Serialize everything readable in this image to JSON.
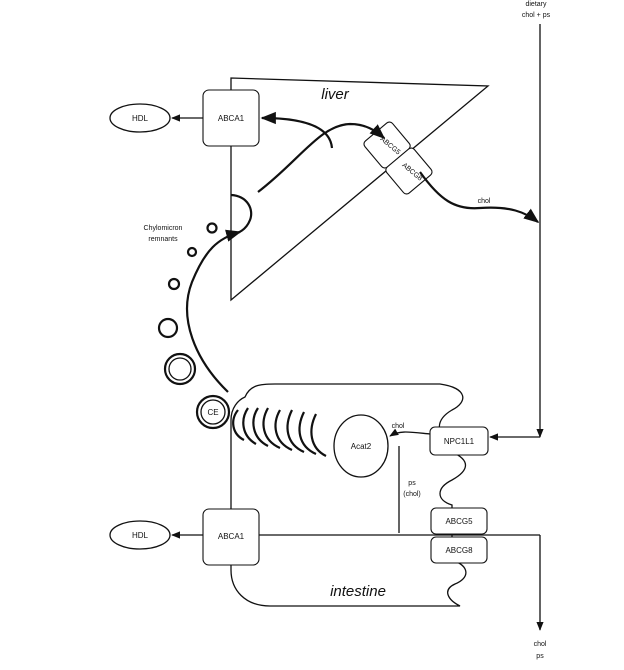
{
  "dietary_source": {
    "line1": "dietary",
    "line2": "chol + ps"
  },
  "liver": {
    "name": "liver",
    "abca1": "ABCA1",
    "abcg5": "ABCG5",
    "abcg8": "ABCG8",
    "chylomicron_remnants": {
      "line1": "Chylomicron",
      "line2": "remnants"
    },
    "chol_label": "chol"
  },
  "intestine": {
    "name": "intestine",
    "abca1": "ABCA1",
    "npc1l1": "NPC1L1",
    "acat2": "Acat2",
    "abcg5": "ABCG5",
    "abcg8": "ABCG8",
    "chol_label": "chol",
    "ps_label": {
      "line1": "ps",
      "line2": "(chol)"
    }
  },
  "hdl_top": "HDL",
  "hdl_bottom": "HDL",
  "ce_label": "CE",
  "fecal_output": {
    "line1": "chol",
    "line2": "ps"
  }
}
